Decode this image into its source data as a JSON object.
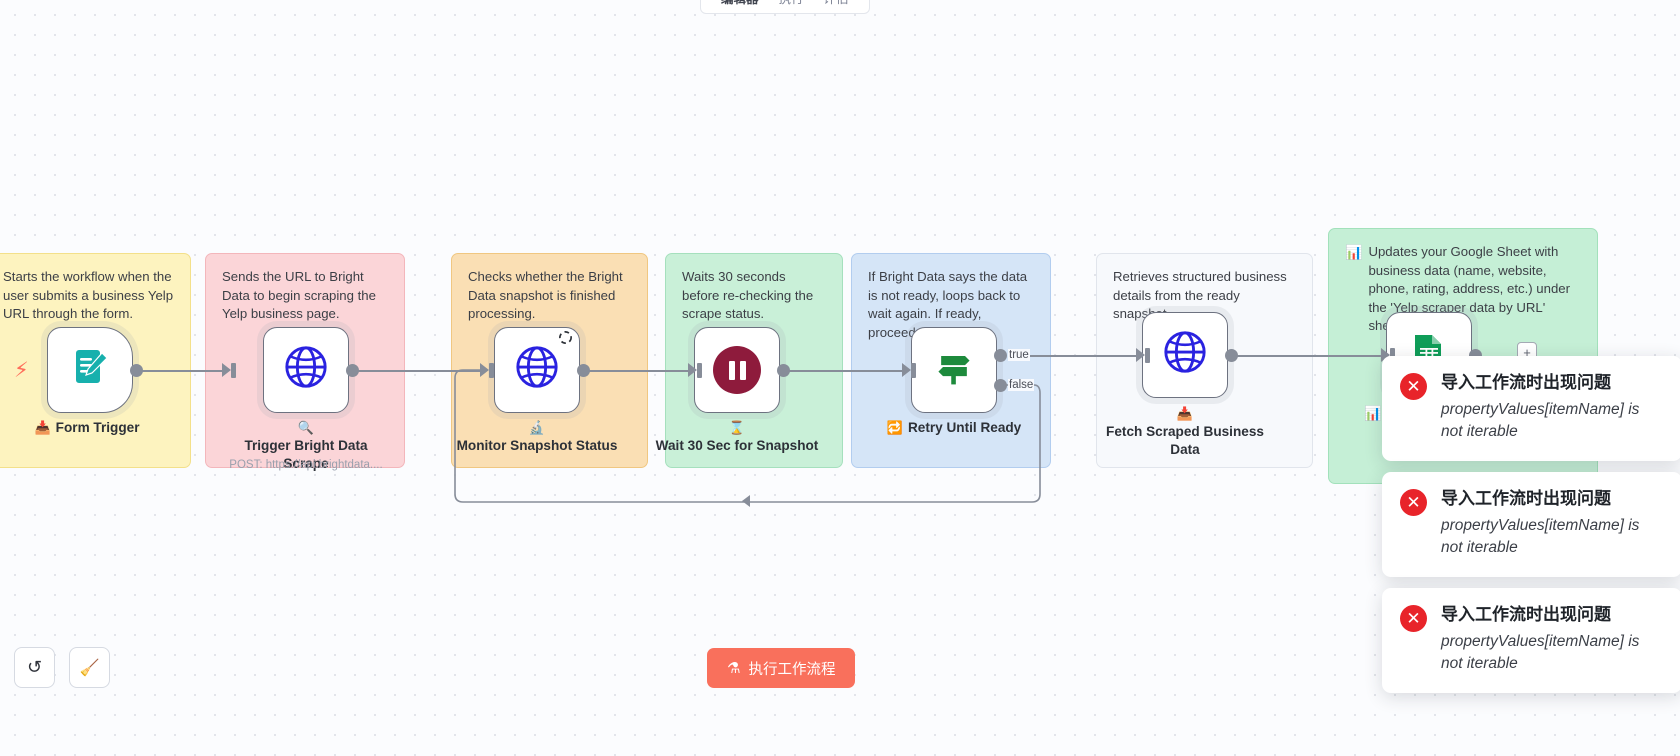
{
  "app": {
    "canvas_bg": "#fbfcfe",
    "accent": "#f9705c"
  },
  "tabbar": {
    "tabs": [
      {
        "label": "编辑器",
        "active": true
      },
      {
        "label": "执行",
        "active": false
      },
      {
        "label": "评估",
        "active": false
      }
    ]
  },
  "sticky_notes": [
    {
      "id": "note-form-trigger",
      "color": "#fdf3bf",
      "text": "Starts the workflow when the user submits a business Yelp URL through the form."
    },
    {
      "id": "note-trigger-scrape",
      "color": "#fbd5d8",
      "text": "Sends the URL to Bright Data to begin scraping the Yelp business page."
    },
    {
      "id": "note-monitor",
      "color": "#fadfb4",
      "text": "Checks whether the Bright Data snapshot is finished processing."
    },
    {
      "id": "note-wait",
      "color": "#c9f0d8",
      "text": "Waits 30 seconds before re-checking the scrape status."
    },
    {
      "id": "note-retry",
      "color": "#d5e5f7",
      "text": "If Bright Data says the data is not ready, loops back to wait again. If ready, proceeds."
    },
    {
      "id": "note-fetch",
      "color": "#f7f9fc",
      "text": "Retrieves structured business details from the ready snapshot."
    },
    {
      "id": "note-sheets",
      "color": "#c5efd6",
      "icon": "bar-chart-icon",
      "text": "Updates your Google Sheet with business data (name, website, phone, rating, address, etc.) under the 'Yelp scraper data by URL' sheet"
    }
  ],
  "nodes": [
    {
      "id": "form-trigger",
      "label": "Form Trigger",
      "caption_icon": "📥",
      "glyph": "form-edit-icon",
      "subtitle": ""
    },
    {
      "id": "trigger-bright-data-scrape",
      "label": "Trigger Bright Data Scrape",
      "caption_icon": "🔍",
      "glyph": "globe-icon",
      "subtitle": "POST: https://api.brightdata...."
    },
    {
      "id": "monitor-snapshot-status",
      "label": "Monitor Snapshot Status",
      "caption_icon": "🔬",
      "glyph": "globe-icon",
      "subtitle": ""
    },
    {
      "id": "wait-30-sec-for-snapshot",
      "label": "Wait 30 Sec for Snapshot",
      "caption_icon": "⌛",
      "glyph": "pause-icon",
      "subtitle": ""
    },
    {
      "id": "retry-until-ready",
      "label": "Retry Until Ready",
      "caption_icon": "🔁",
      "glyph": "signpost-icon",
      "subtitle": ""
    },
    {
      "id": "fetch-scraped-business-data",
      "label": "Fetch Scraped Business Data",
      "caption_icon": "📥",
      "glyph": "globe-icon",
      "subtitle": ""
    },
    {
      "id": "google-sheets-node",
      "label": "",
      "caption_icon": "",
      "glyph": "google-sheets-icon",
      "subtitle": ""
    }
  ],
  "edge_labels": {
    "true": "true",
    "false": "false"
  },
  "toasts": [
    {
      "title": "导入工作流时出现问题",
      "message": "propertyValues[itemName] is not iterable",
      "icon": "error-icon",
      "icon_color": "#e8242a"
    },
    {
      "title": "导入工作流时出现问题",
      "message": "propertyValues[itemName] is not iterable",
      "icon": "error-icon",
      "icon_color": "#e8242a"
    },
    {
      "title": "导入工作流时出现问题",
      "message": "propertyValues[itemName] is not iterable",
      "icon": "error-icon",
      "icon_color": "#e8242a"
    }
  ],
  "controls": {
    "undo_icon": "↺",
    "tidy_icon": "🧹"
  },
  "execute": {
    "label": "执行工作流程",
    "icon": "flask-icon"
  }
}
